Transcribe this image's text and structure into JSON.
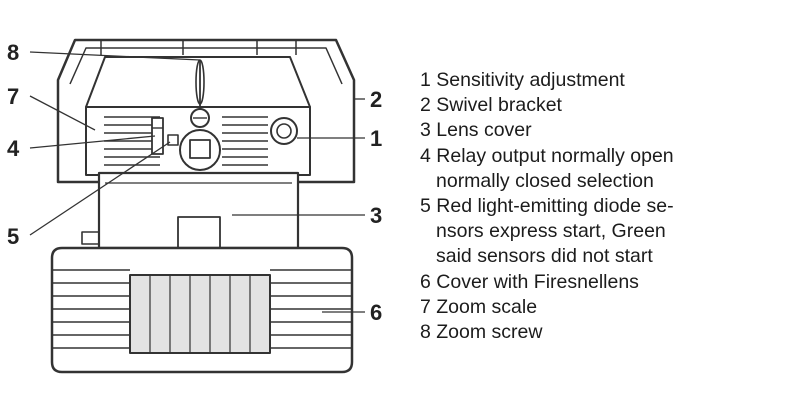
{
  "diagram": {
    "callouts": [
      "8",
      "7",
      "4",
      "5",
      "2",
      "1",
      "3",
      "6"
    ],
    "legend": [
      {
        "lines": [
          "1 Sensitivity adjustment"
        ]
      },
      {
        "lines": [
          "2 Swivel bracket"
        ]
      },
      {
        "lines": [
          "3 Lens cover"
        ]
      },
      {
        "lines": [
          "4 Relay output normally open",
          "normally closed selection"
        ]
      },
      {
        "lines": [
          "5 Red light-emitting diode se-",
          "nsors express start, Green",
          "said sensors did not start"
        ]
      },
      {
        "lines": [
          "6 Cover with Firesnellens"
        ]
      },
      {
        "lines": [
          "7 Zoom scale"
        ]
      },
      {
        "lines": [
          "8 Zoom screw"
        ]
      }
    ]
  },
  "colors": {
    "ink": "#222222",
    "line": "#333333",
    "background": "#ffffff",
    "panel": "#ffffff"
  }
}
